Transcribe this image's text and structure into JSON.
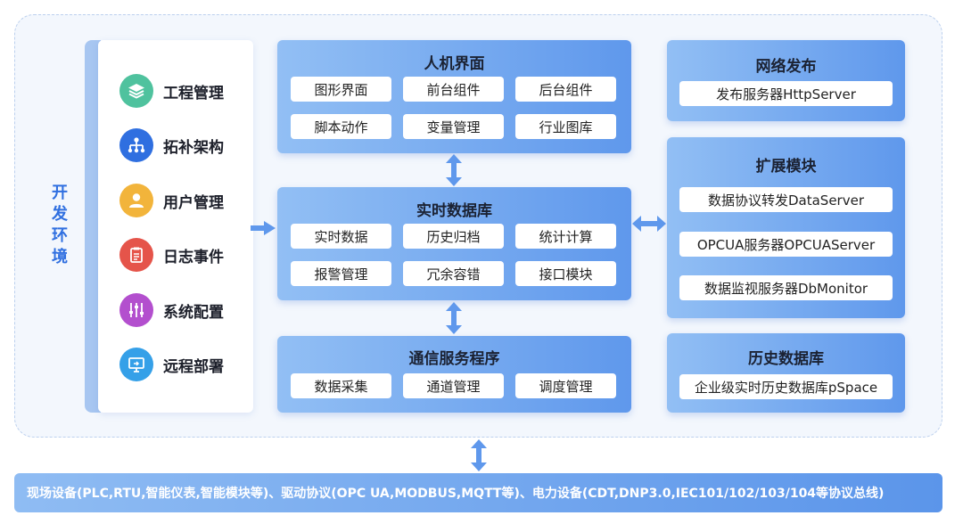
{
  "dev_env": {
    "label": "开发环境",
    "features": [
      {
        "label": "工程管理",
        "icon": "layers-icon",
        "color": "#4fc29e"
      },
      {
        "label": "拓补架构",
        "icon": "topology-icon",
        "color": "#2f6fe0"
      },
      {
        "label": "用户管理",
        "icon": "user-icon",
        "color": "#f2b43b"
      },
      {
        "label": "日志事件",
        "icon": "clipboard-icon",
        "color": "#e5544a"
      },
      {
        "label": "系统配置",
        "icon": "sliders-icon",
        "color": "#b34fce"
      },
      {
        "label": "远程部署",
        "icon": "monitor-icon",
        "color": "#35a0e8"
      }
    ]
  },
  "hmi": {
    "title": "人机界面",
    "items": [
      "图形界面",
      "前台组件",
      "后台组件",
      "脚本动作",
      "变量管理",
      "行业图库"
    ]
  },
  "rtdb": {
    "title": "实时数据库",
    "items": [
      "实时数据",
      "历史归档",
      "统计计算",
      "报警管理",
      "冗余容错",
      "接口模块"
    ]
  },
  "comm": {
    "title": "通信服务程序",
    "items": [
      "数据采集",
      "通道管理",
      "调度管理"
    ]
  },
  "publish": {
    "title": "网络发布",
    "items": [
      "发布服务器HttpServer"
    ]
  },
  "ext": {
    "title": "扩展模块",
    "items": [
      "数据协议转发DataServer",
      "OPCUA服务器OPCUAServer",
      "数据监视服务器DbMonitor"
    ]
  },
  "hist": {
    "title": "历史数据库",
    "items": [
      "企业级实时历史数据库pSpace"
    ]
  },
  "bottom_bar": {
    "text": "现场设备(PLC,RTU,智能仪表,智能模块等)、驱动协议(OPC UA,MODBUS,MQTT等)、电力设备(CDT,DNP3.0,IEC101/102/103/104等协议总线)"
  },
  "colors": {
    "accent": "#2f6fe0",
    "box_light": "#92bff4",
    "box_dark": "#5f98ec",
    "arrow": "#5f98ec"
  }
}
